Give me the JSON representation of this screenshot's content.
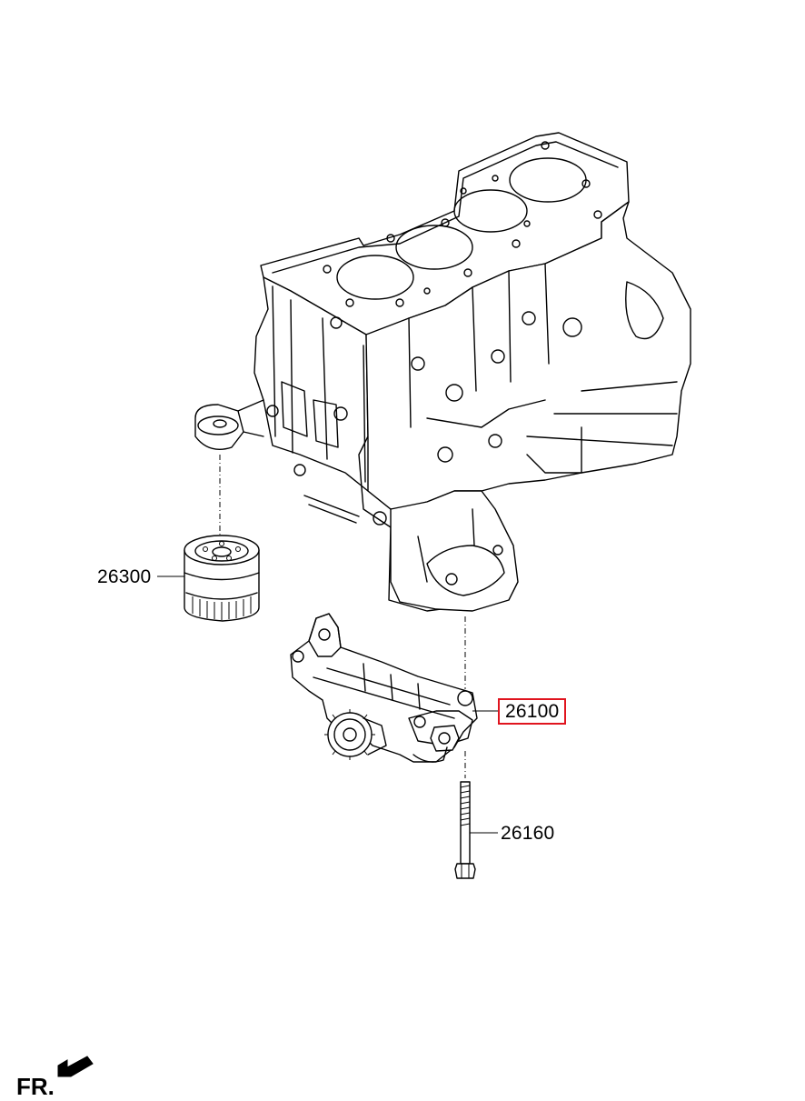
{
  "parts": {
    "oil_filter": {
      "number": "26300"
    },
    "oil_pump": {
      "number": "26100",
      "highlight_color": "#e0141e"
    },
    "bolt": {
      "number": "26160"
    }
  },
  "orientation": {
    "label": "FR."
  }
}
